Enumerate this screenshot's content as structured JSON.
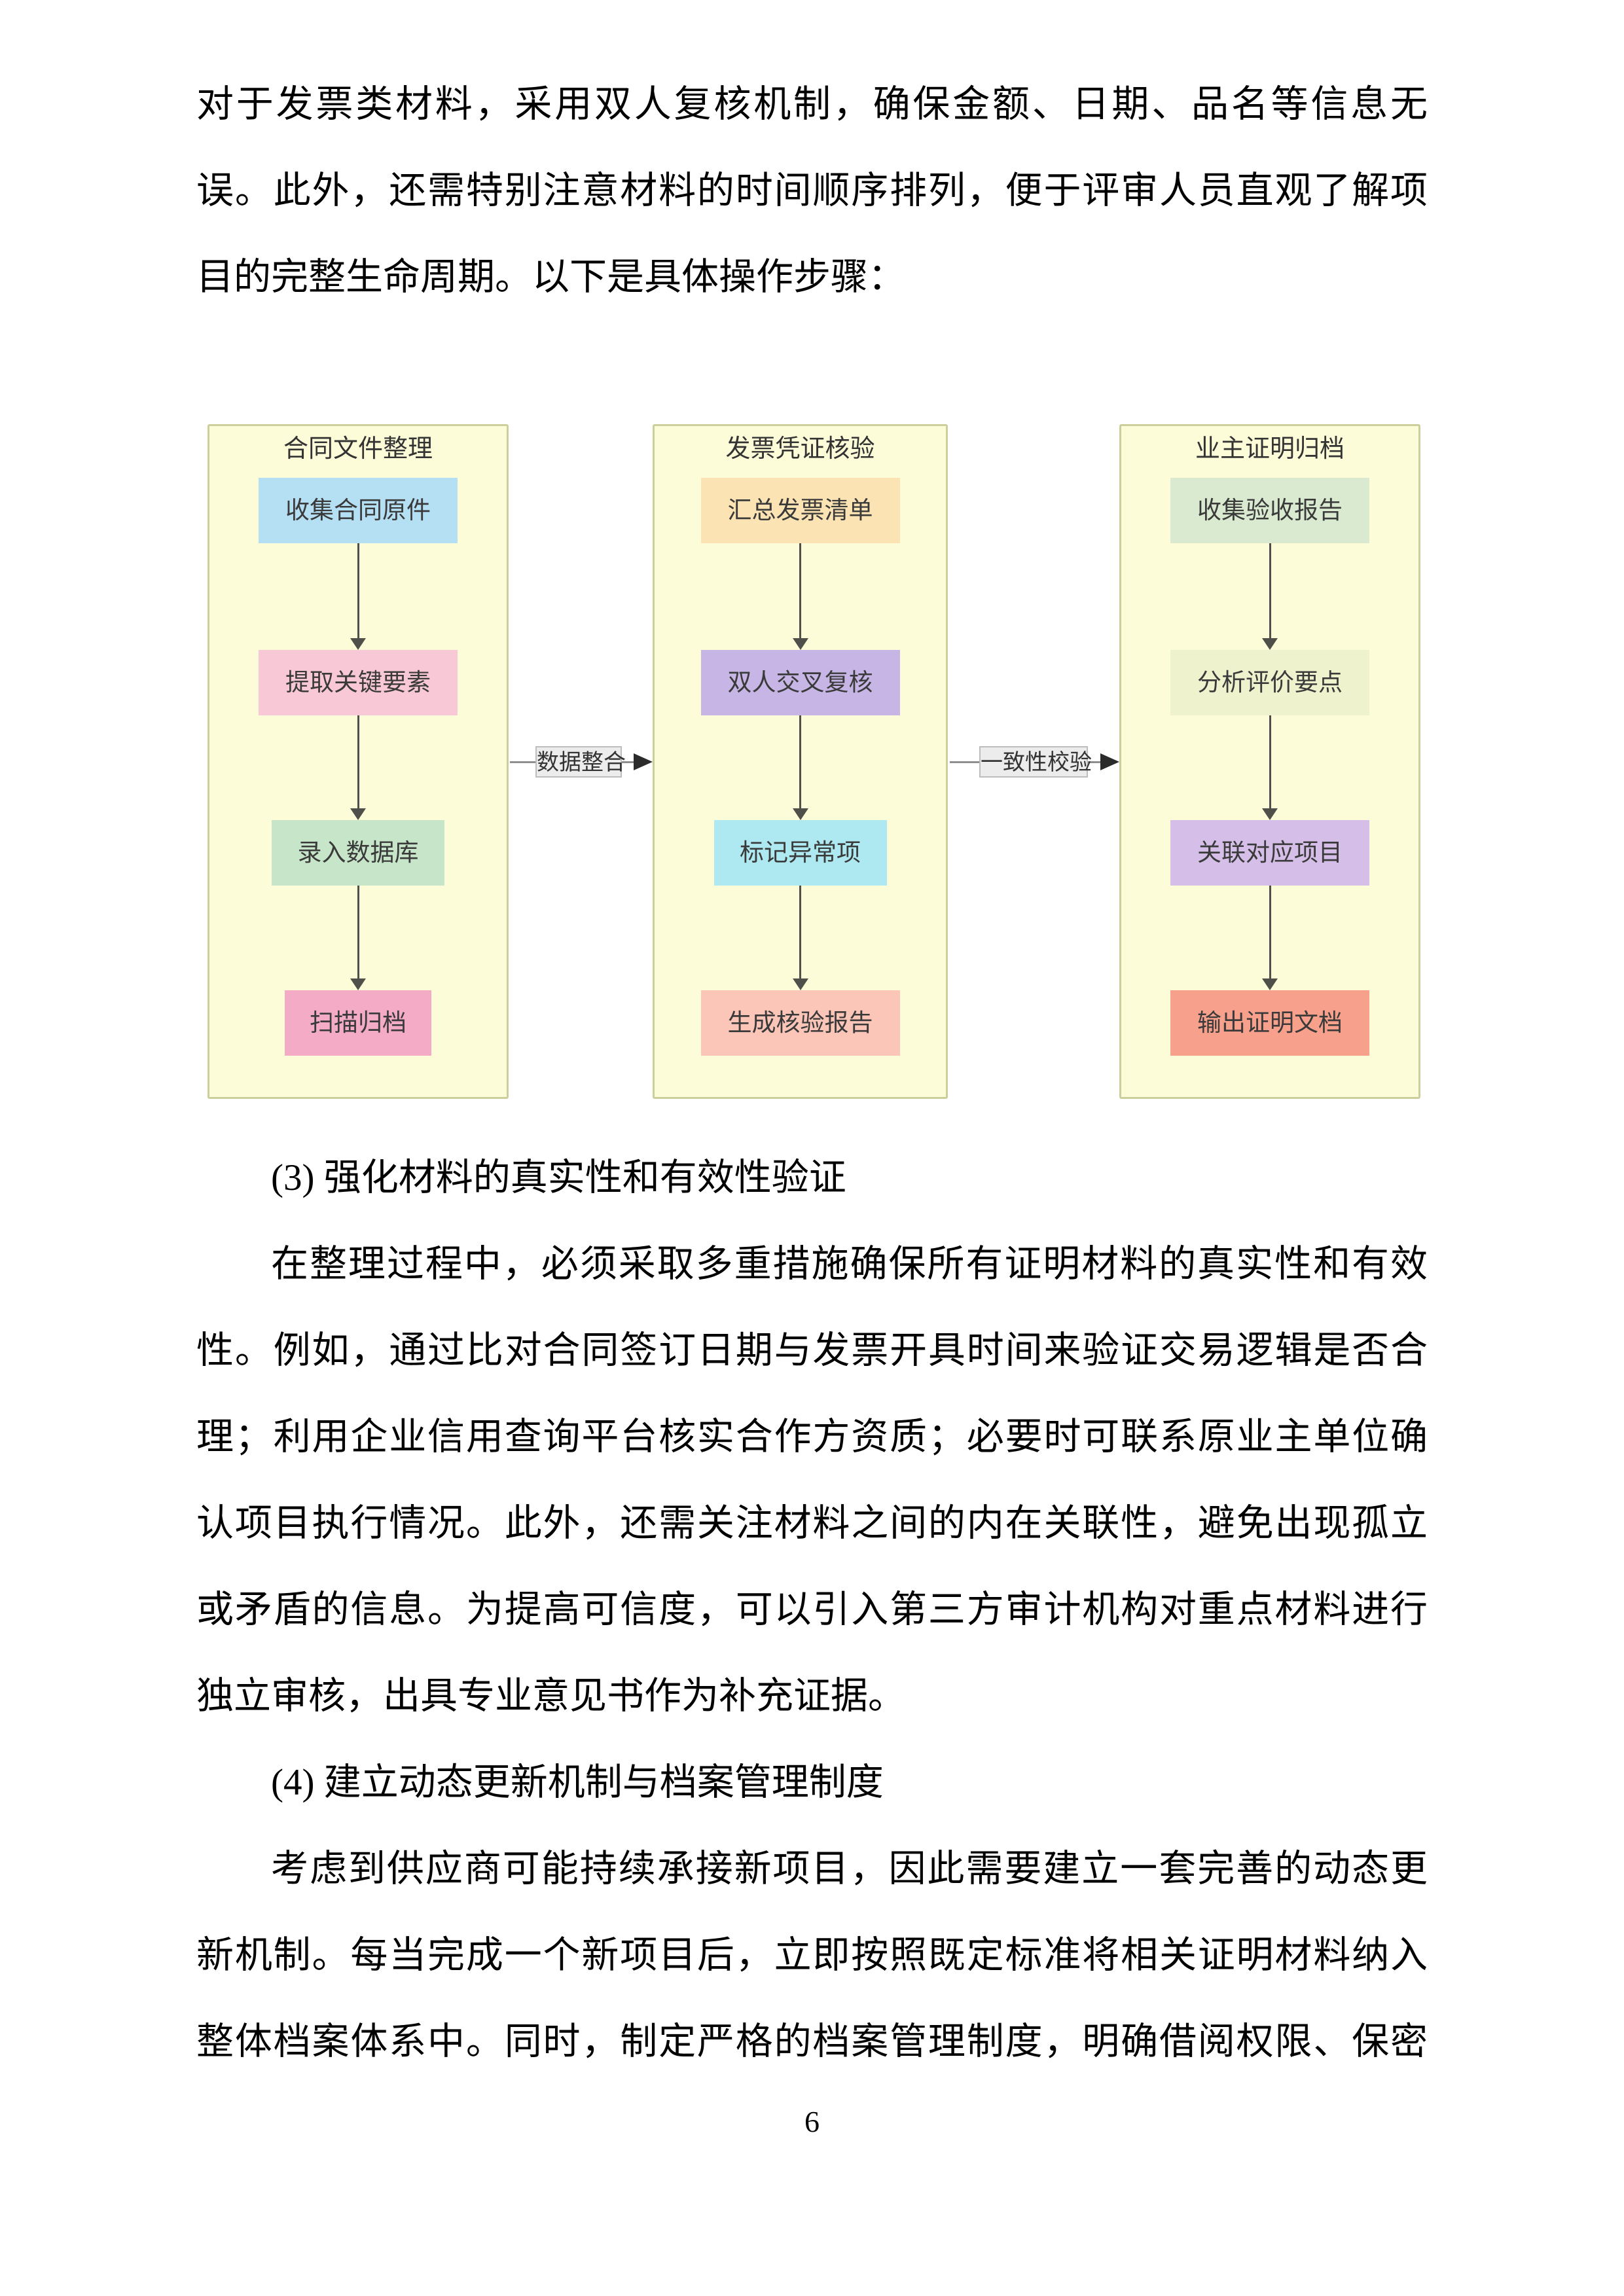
{
  "page": {
    "number": "6"
  },
  "intro_paragraph": {
    "lines": [
      {
        "text": "对于发票类材料，采用双人复核机制，确保金额、日期、品名等信息无",
        "full": true,
        "indent": false
      },
      {
        "text": "误。此外，还需特别注意材料的时间顺序排列，便于评审人员直观了解项",
        "full": true,
        "indent": false
      },
      {
        "text": "目的完整生命周期。以下是具体操作步骤：",
        "full": false,
        "indent": false
      }
    ]
  },
  "body_paragraphs": {
    "lines": [
      {
        "text": "(3) 强化材料的真实性和有效性验证",
        "full": false,
        "indent": true
      },
      {
        "text": "在整理过程中，必须采取多重措施确保所有证明材料的真实性和有效",
        "full": true,
        "indent": true
      },
      {
        "text": "性。例如，通过比对合同签订日期与发票开具时间来验证交易逻辑是否合",
        "full": true,
        "indent": false
      },
      {
        "text": "理；利用企业信用查询平台核实合作方资质；必要时可联系原业主单位确",
        "full": true,
        "indent": false
      },
      {
        "text": "认项目执行情况。此外，还需关注材料之间的内在关联性，避免出现孤立",
        "full": true,
        "indent": false
      },
      {
        "text": "或矛盾的信息。为提高可信度，可以引入第三方审计机构对重点材料进行",
        "full": true,
        "indent": false
      },
      {
        "text": "独立审核，出具专业意见书作为补充证据。",
        "full": false,
        "indent": false
      },
      {
        "text": "(4) 建立动态更新机制与档案管理制度",
        "full": false,
        "indent": true
      },
      {
        "text": "考虑到供应商可能持续承接新项目，因此需要建立一套完善的动态更",
        "full": true,
        "indent": true
      },
      {
        "text": "新机制。每当完成一个新项目后，立即按照既定标准将相关证明材料纳入",
        "full": true,
        "indent": false
      },
      {
        "text": "整体档案体系中。同时，制定严格的档案管理制度，明确借阅权限、保密",
        "full": true,
        "indent": false
      }
    ]
  },
  "flowchart": {
    "panel_bg": "#FDFCD8",
    "panel_border": "#CCCE9B",
    "connectors": {
      "first": {
        "label": "数据整合"
      },
      "second": {
        "label": "一致性校验"
      }
    },
    "columns": [
      {
        "title": "合同文件整理",
        "steps": [
          {
            "label": "收集合同原件",
            "bg": "#B5DFF2"
          },
          {
            "label": "提取关键要素",
            "bg": "#F9C8D6"
          },
          {
            "label": "录入数据库",
            "bg": "#C6E5C9"
          },
          {
            "label": "扫描归档",
            "bg": "#F3ABC6"
          }
        ]
      },
      {
        "title": "发票凭证核验",
        "steps": [
          {
            "label": "汇总发票清单",
            "bg": "#FBE3B3"
          },
          {
            "label": "双人交叉复核",
            "bg": "#C6B5E5"
          },
          {
            "label": "标记异常项",
            "bg": "#AEE9F1"
          },
          {
            "label": "生成核验报告",
            "bg": "#FBC5B8"
          }
        ]
      },
      {
        "title": "业主证明归档",
        "steps": [
          {
            "label": "收集验收报告",
            "bg": "#D9EAD1"
          },
          {
            "label": "分析评价要点",
            "bg": "#EEF2CD"
          },
          {
            "label": "关联对应项目",
            "bg": "#D5BFE8"
          },
          {
            "label": "输出证明文档",
            "bg": "#F7A18C"
          }
        ]
      }
    ]
  }
}
